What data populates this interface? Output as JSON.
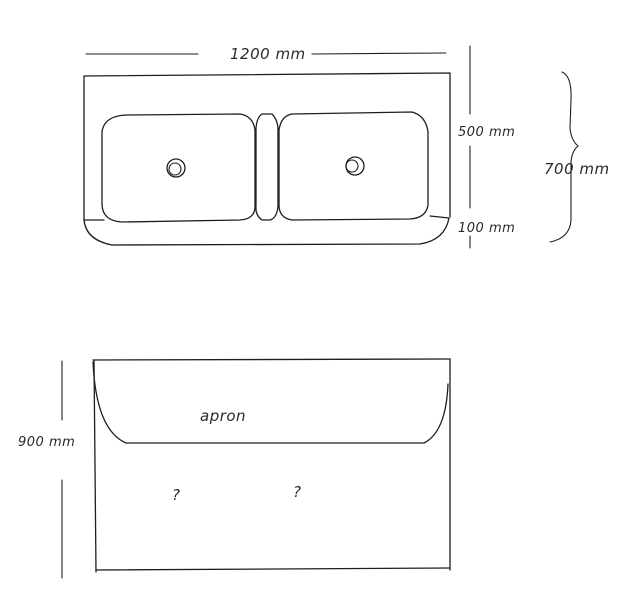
{
  "top_view": {
    "width_label": "1200 mm",
    "bowl_depth_label": "500 mm",
    "front_lip_label": "100 mm",
    "total_depth_label": "700 mm",
    "bowls": [
      {
        "name": "left-bowl",
        "drain": "drain-hole"
      },
      {
        "name": "right-bowl",
        "drain": "drain-hole"
      }
    ]
  },
  "front_view": {
    "height_label": "900 mm",
    "apron_label": "apron",
    "unknown_marks": [
      "?",
      "?"
    ]
  },
  "colors": {
    "ink": "#1e1e1e",
    "paper": "#ffffff"
  }
}
